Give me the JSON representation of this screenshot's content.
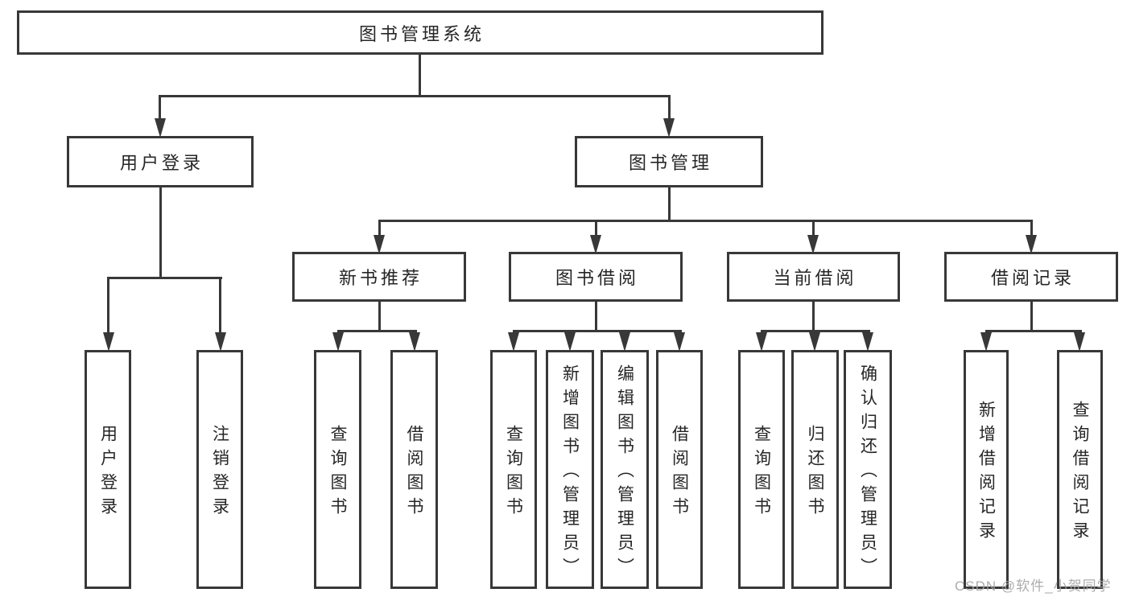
{
  "diagram": {
    "root": {
      "label": "图书管理系统"
    },
    "branches": [
      {
        "label": "用户登录",
        "children": [
          {
            "label": "用户登录"
          },
          {
            "label": "注销登录"
          }
        ]
      },
      {
        "label": "图书管理",
        "children": [
          {
            "label": "新书推荐",
            "children": [
              {
                "label": "查询图书"
              },
              {
                "label": "借阅图书"
              }
            ]
          },
          {
            "label": "图书借阅",
            "children": [
              {
                "label": "查询图书"
              },
              {
                "label": "新增图书（管理员）"
              },
              {
                "label": "编辑图书（管理员）"
              },
              {
                "label": "借阅图书"
              }
            ]
          },
          {
            "label": "当前借阅",
            "children": [
              {
                "label": "查询图书"
              },
              {
                "label": "归还图书"
              },
              {
                "label": "确认归还（管理员）"
              }
            ]
          },
          {
            "label": "借阅记录",
            "children": [
              {
                "label": "新增借阅记录"
              },
              {
                "label": "查询借阅记录"
              }
            ]
          }
        ]
      }
    ],
    "watermark": "CSDN @软件_小贺同学",
    "colors": {
      "line": "#383838",
      "text": "#262626",
      "watermark": "#a3a3a3",
      "background": "#ffffff"
    }
  }
}
